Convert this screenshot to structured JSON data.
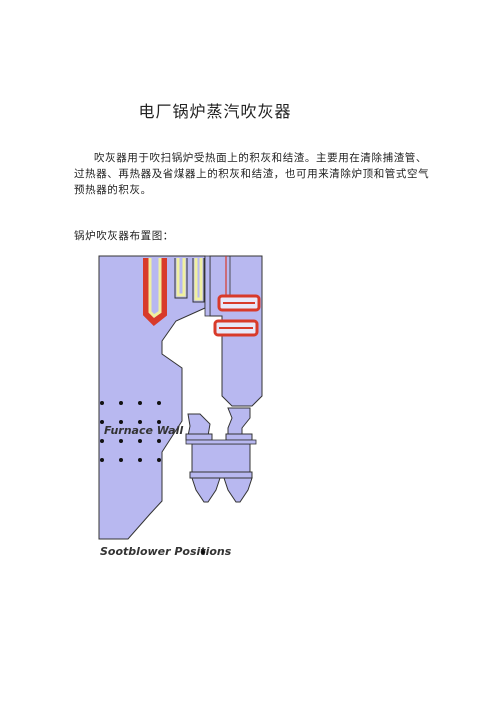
{
  "page": {
    "title": "电厂锅炉蒸汽吹灰器",
    "paragraph": "吹灰器用于吹扫锅炉受热面上的积灰和结渣。主要用在清除捕渣管、过热器、再热器及省煤器上的积灰和结渣，也可用来清除炉顶和管式空气预热器的积灰。",
    "diagram_caption": "锅炉吹灰器布置图："
  },
  "diagram": {
    "furnace_label": "Furnace Wall",
    "sootblower_label": "Sootblower Positions",
    "colors": {
      "boiler_fill": "#b8b8f0",
      "outline": "#333333",
      "red_tubes": "#d83a2a",
      "yellow_tubes": "#f0f0a0",
      "sootblower_dot": "#111111"
    }
  }
}
